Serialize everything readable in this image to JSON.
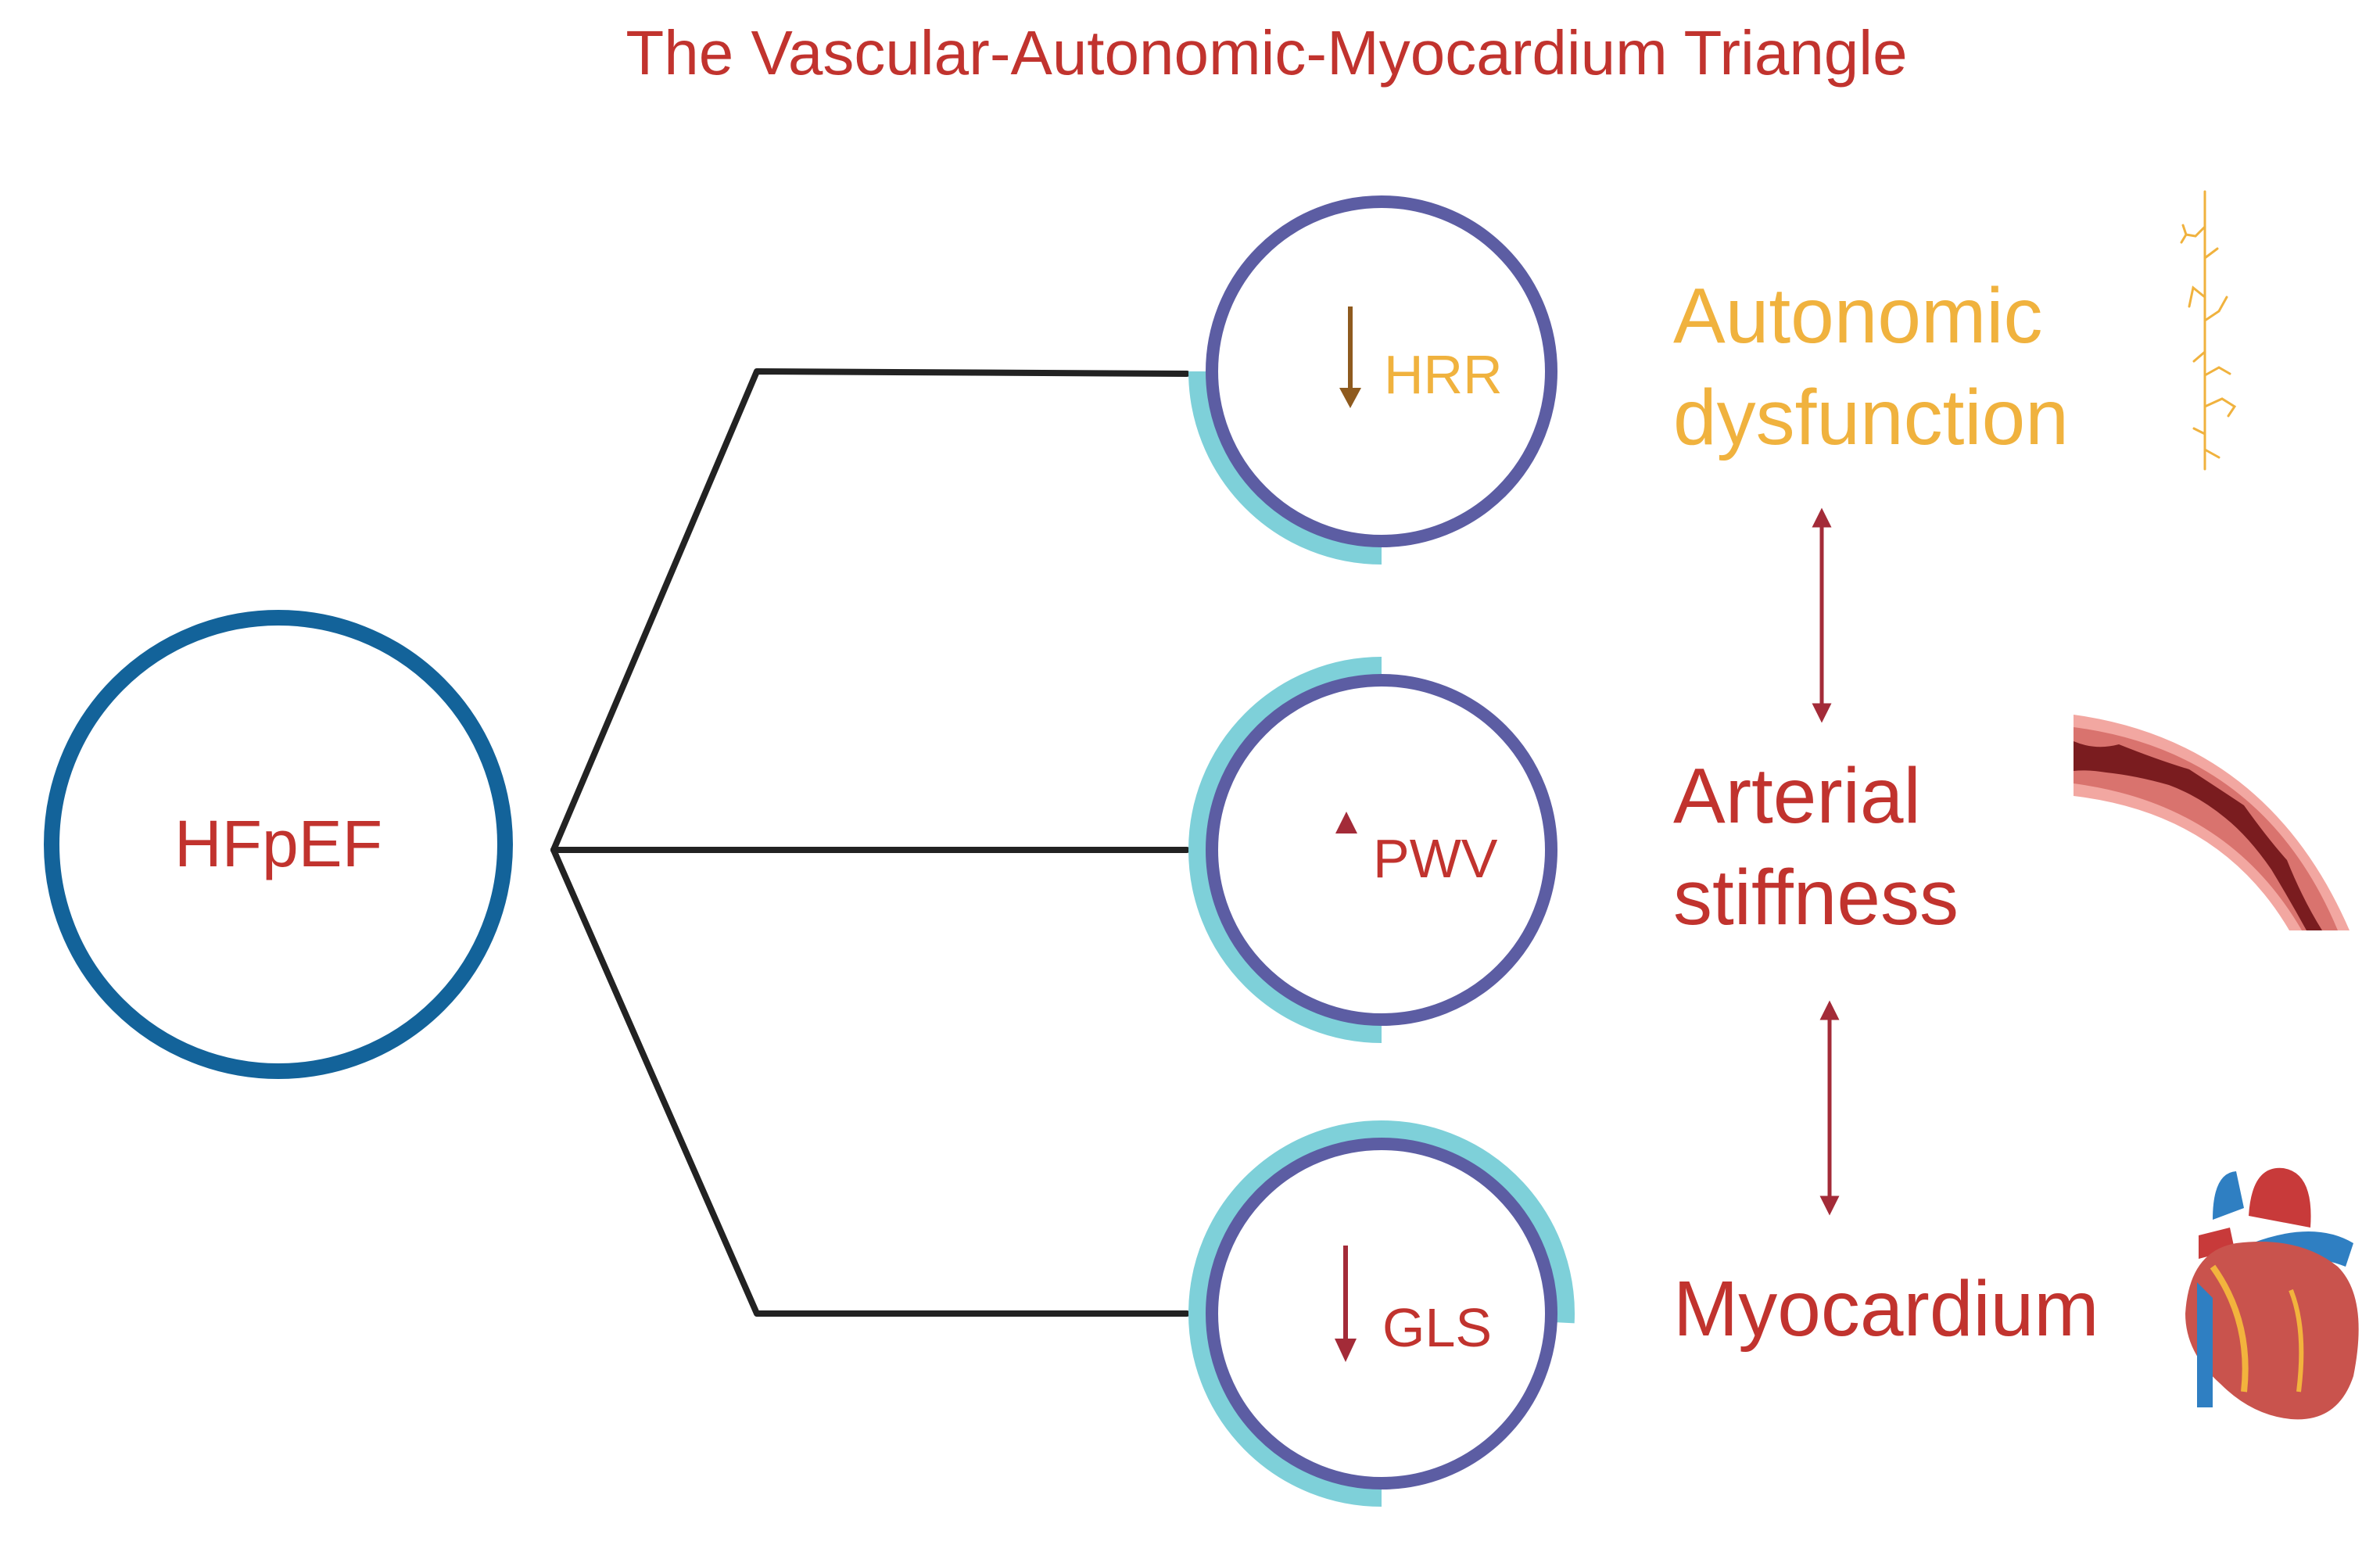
{
  "title": "The Vascular-Autonomic-Myocardium Triangle",
  "root_label": "HFpEF",
  "markers": [
    {
      "label": "HRR",
      "direction": "down",
      "impairment_fraction": 0.25,
      "color": "#F0B23E",
      "arrow_color": "#8E5A1E"
    },
    {
      "label": "PWV",
      "direction": "up",
      "impairment_fraction": 0.5,
      "color": "#C1332E",
      "arrow_color": "#A32B38"
    },
    {
      "label": "GLS",
      "direction": "down",
      "impairment_fraction": 0.75,
      "color": "#C1332E",
      "arrow_color": "#A32B38"
    }
  ],
  "domains": [
    {
      "line1": "Autonomic",
      "line2": "dysfunction",
      "color": "#F0B23E",
      "icon": "nerve-icon"
    },
    {
      "line1": "Arterial",
      "line2": "stiffness",
      "color": "#C1332E",
      "icon": "artery-icon"
    },
    {
      "line1": "Myocardium",
      "line2": "",
      "color": "#C1332E",
      "icon": "heart-icon"
    }
  ],
  "colors": {
    "title": "#C1332E",
    "root_ring": "#13639A",
    "marker_ring": "#5C5DA3",
    "impairment_arc": "#7ED0D9",
    "connector": "#222222",
    "link_arrow": "#A32B38"
  }
}
